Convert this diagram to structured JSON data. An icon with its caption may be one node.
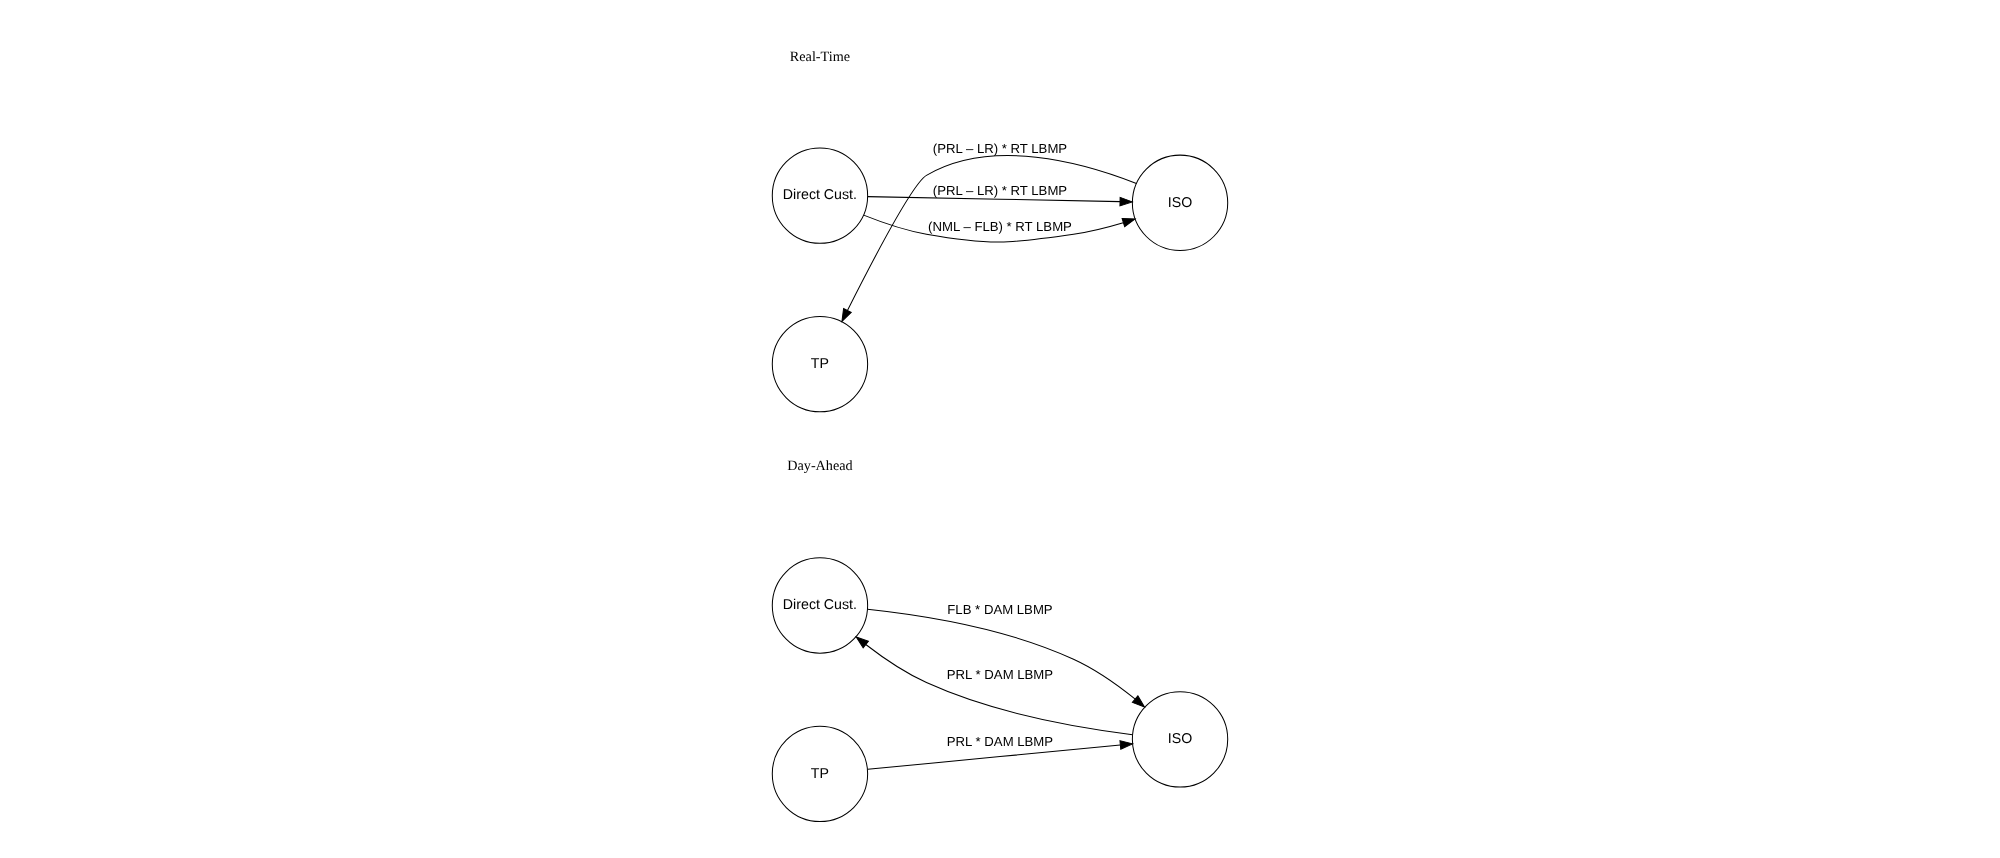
{
  "diagram": {
    "nodes": [
      {
        "text": [
          "TP"
        ]
      },
      {
        "text": [
          "ISO"
        ]
      },
      {
        "text": [
          "Direct Cust."
        ]
      },
      {
        "text": [
          "TP"
        ]
      },
      {
        "text": [
          "ISO"
        ]
      },
      {
        "text": [
          "Direct Cust."
        ]
      }
    ],
    "edges": [
      {
        "from": 0,
        "to": 1,
        "arrow": "to",
        "label": "PRL * DAM LBMP"
      },
      {
        "from": 2,
        "to": 1,
        "arrow": "to",
        "label": "FLB * DAM LBMP"
      },
      {
        "from": 1,
        "to": 2,
        "arrow": "to",
        "label": "PRL * DAM LBMP"
      },
      {
        "from": 4,
        "to": 3,
        "arrow": "to",
        "label": "(PRL – LR) * RT LBMP"
      },
      {
        "from": 5,
        "to": 4,
        "arrow": "to",
        "label": "(NML – FLB) * RT LBMP"
      },
      {
        "from": 5,
        "to": 4,
        "arrow": "to",
        "label": "(PRL – LR) * RT LBMP"
      }
    ],
    "labels": [
      "Day-Ahead",
      "Real-Time"
    ]
  }
}
